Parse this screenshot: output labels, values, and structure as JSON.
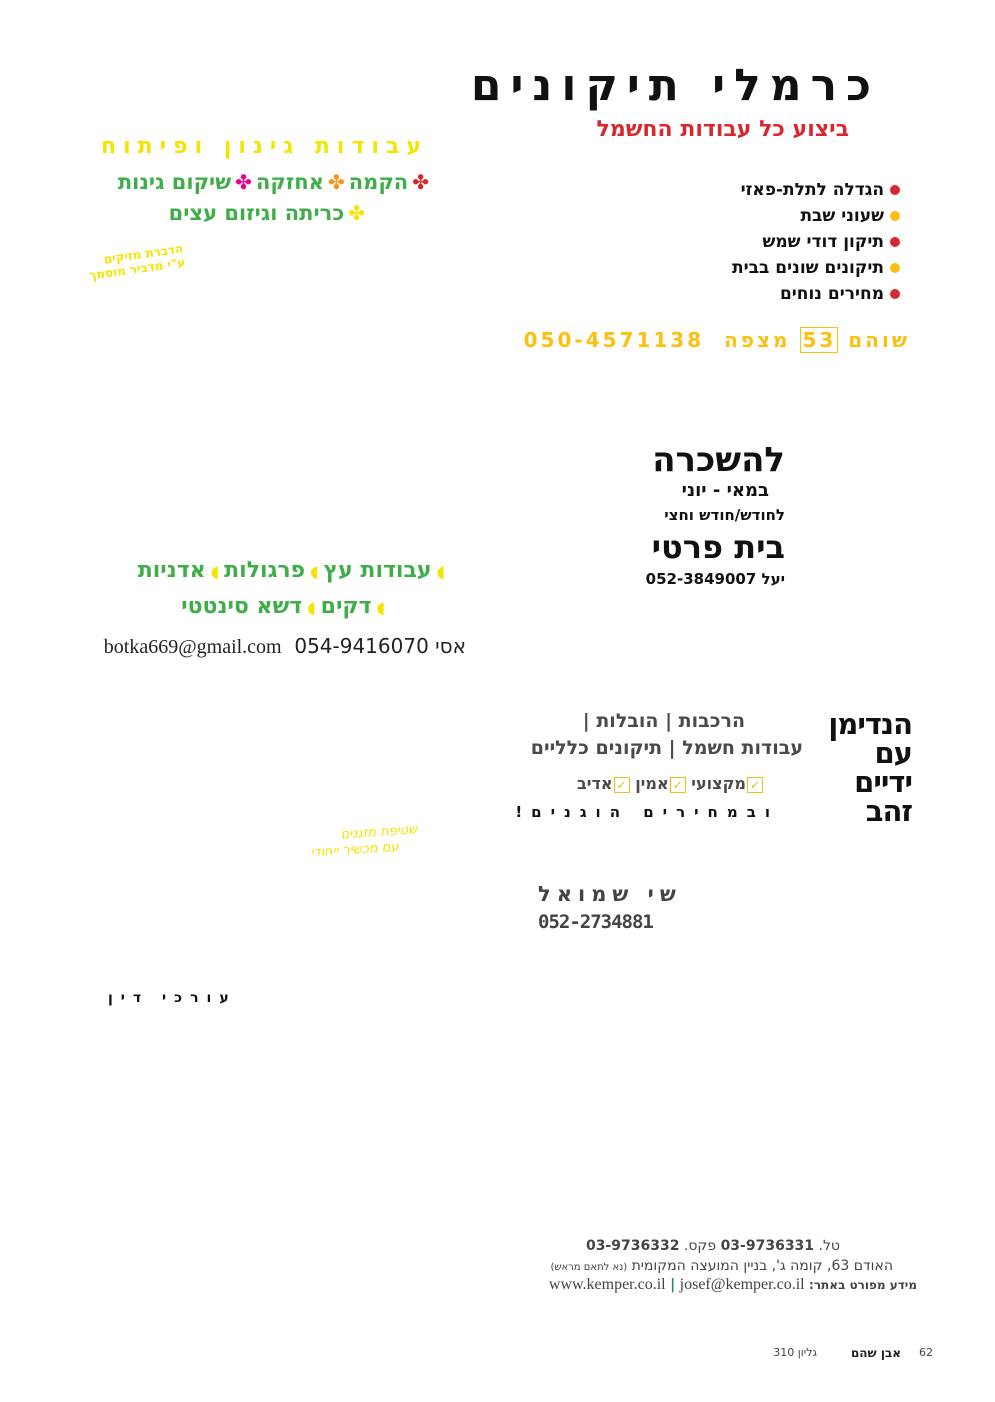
{
  "ad1": {
    "title": "כרמלי תיקונים",
    "subtitle": "ביצוע כל עבודות החשמל",
    "bullets": [
      {
        "text": "הגדלה לתלת-פאזי",
        "color": "#d7282f"
      },
      {
        "text": "שעוני שבת",
        "color": "#fcc010"
      },
      {
        "text": "תיקון דודי שמש",
        "color": "#d7282f"
      },
      {
        "text": "תיקונים שונים בבית",
        "color": "#fcc010"
      },
      {
        "text": "מחירים נוחים",
        "color": "#d7282f"
      }
    ],
    "phone": "050-4571138",
    "address_pre": "מצפה",
    "address_num": "53",
    "address_post": "שוהם"
  },
  "ad2": {
    "header": "עבודות גינון ופיתוח",
    "items": [
      "הקמה",
      "אחזקה",
      "שיקום גינות",
      "כריתה וגיזום עצים"
    ],
    "flower_colors": [
      "#d7282f",
      "#f7941d",
      "#ec008c",
      "#f5e400"
    ],
    "pest_line1": "הדברת מזיקים",
    "pest_line2": "ע\"י מדביר מוסמך"
  },
  "ad3": {
    "title": "להשכרה",
    "months": "במאי - יוני",
    "period": "לחודש/חודש וחצי",
    "type": "בית פרטי",
    "contact": "יעל 052-3849007"
  },
  "ad4": {
    "items": [
      "עבודות עץ",
      "פרגולות",
      "אדניות",
      "דקים",
      "דשא סינטטי"
    ],
    "contact_name": "אסי",
    "phone": "054-9416070",
    "email": "botka669@gmail.com"
  },
  "ad5": {
    "logo": [
      "הנדימן",
      "עם",
      "ידיים",
      "זהב"
    ],
    "line1": [
      "הרכבות",
      "הובלות"
    ],
    "line2": [
      "עבודות חשמל",
      "תיקונים כלליים"
    ],
    "qualities": [
      "מקצועי",
      "אמין",
      "אדיב"
    ],
    "check": "✓",
    "prices": "ובמחירים הוגנים!"
  },
  "ad6": {
    "line1": "שטיפת מזגנים",
    "line2": "עם מכשיר ייחודי"
  },
  "ad7": {
    "name": "שי שמואל",
    "phone": "052-2734881"
  },
  "ad8": {
    "text": "עורכי דין"
  },
  "footer": {
    "tel_label": "טל.",
    "tel": "03-9736331",
    "fax_label": "פקס.",
    "fax": "03-9736332",
    "address": "האודם 63, קומה ג', בניין המועצה המקומית",
    "address_note": "(נא לתאם מראש)",
    "info_label": "מידע מפורט באתר:",
    "website": "www.kemper.co.il",
    "email": "josef@kemper.co.il"
  },
  "page": {
    "number": "62",
    "magazine": "אבן שהם",
    "issue": "גליון 310"
  }
}
